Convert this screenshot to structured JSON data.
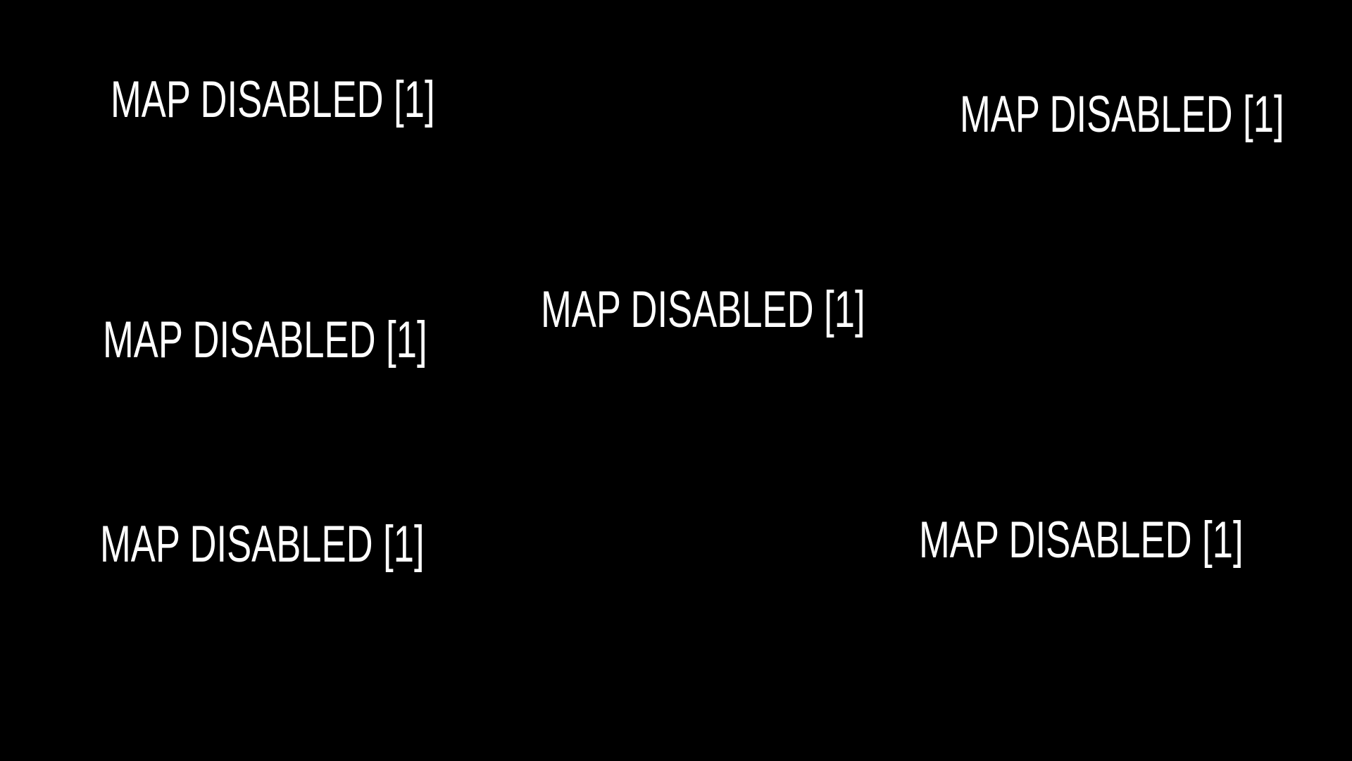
{
  "screen": {
    "background_color": "#000000",
    "text_color": "#ffffff",
    "display_count": 6,
    "messages": [
      {
        "position": "top-left",
        "text": "MAP DISABLED [1]"
      },
      {
        "position": "top-right",
        "text": "MAP DISABLED [1]"
      },
      {
        "position": "middle-left",
        "text": "MAP DISABLED [1]"
      },
      {
        "position": "middle-center",
        "text": "MAP DISABLED [1]"
      },
      {
        "position": "bottom-left",
        "text": "MAP DISABLED [1]"
      },
      {
        "position": "bottom-right",
        "text": "MAP DISABLED [1]"
      }
    ]
  }
}
